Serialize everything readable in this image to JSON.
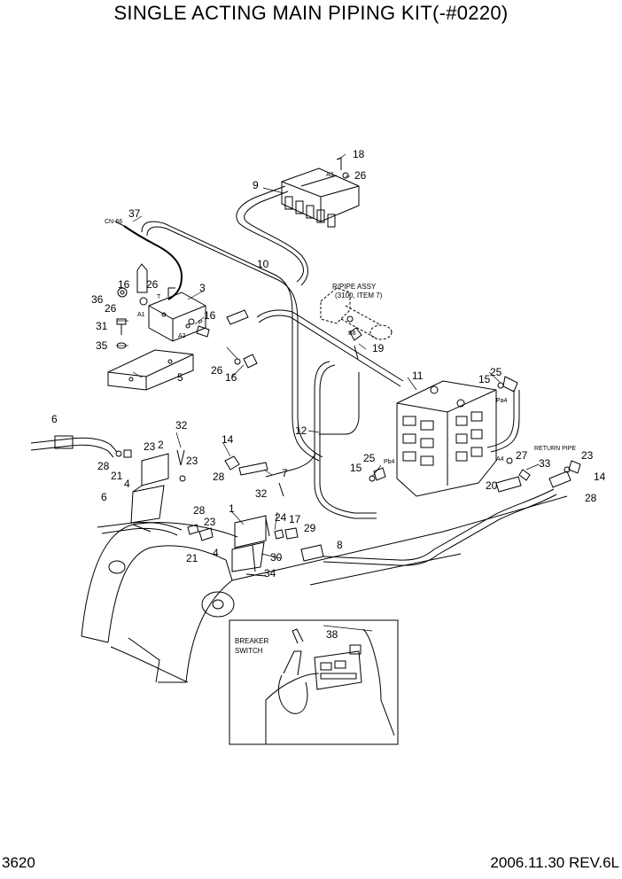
{
  "title": "SINGLE ACTING MAIN PIPING KIT(-#0220)",
  "footer": {
    "page": "3620",
    "revision": "2006.11.30  REV.6L"
  },
  "notes": {
    "rpipe_line1": "R/PIPE ASSY",
    "rpipe_line2": "(3100, ITEM 7)",
    "return_pipe": "RETURN PIPE",
    "breaker_line1": "BREAKER",
    "breaker_line2": "SWITCH",
    "cn66": "CN-66"
  },
  "port_labels": {
    "a1": "A1",
    "a2": "A2",
    "p": "P",
    "t": "T",
    "a3": "A3",
    "b8": "B8",
    "pa4": "Pa4",
    "pb4": "Pb4",
    "a4": "A4"
  },
  "callouts": {
    "c37": "37",
    "c16a": "16",
    "c26a": "26",
    "c3": "3",
    "c36": "36",
    "c26b": "26",
    "c16b": "16",
    "c31": "31",
    "c35": "35",
    "c5": "5",
    "c26c": "26",
    "c16c": "16",
    "c10": "10",
    "c9": "9",
    "c18": "18",
    "c26d": "26",
    "c19": "19",
    "c11": "11",
    "c25a": "25",
    "c15a": "15",
    "c12": "12",
    "c6a": "6",
    "c32a": "32",
    "c14a": "14",
    "c7": "7",
    "c28a": "28",
    "c23a": "23",
    "c2": "2",
    "c21a": "21",
    "c23b": "23",
    "c4a": "4",
    "c28b": "28",
    "c25b": "25",
    "c15b": "15",
    "c27": "27",
    "c33": "33",
    "c23c": "23",
    "c14b": "14",
    "c28c": "28",
    "c20": "20",
    "c6b": "6",
    "c32b": "32",
    "c1": "1",
    "c28d": "28",
    "c23d": "23",
    "c24": "24",
    "c17": "17",
    "c29": "29",
    "c21b": "21",
    "c4b": "4",
    "c8": "8",
    "c30": "30",
    "c34": "34",
    "c38": "38"
  }
}
